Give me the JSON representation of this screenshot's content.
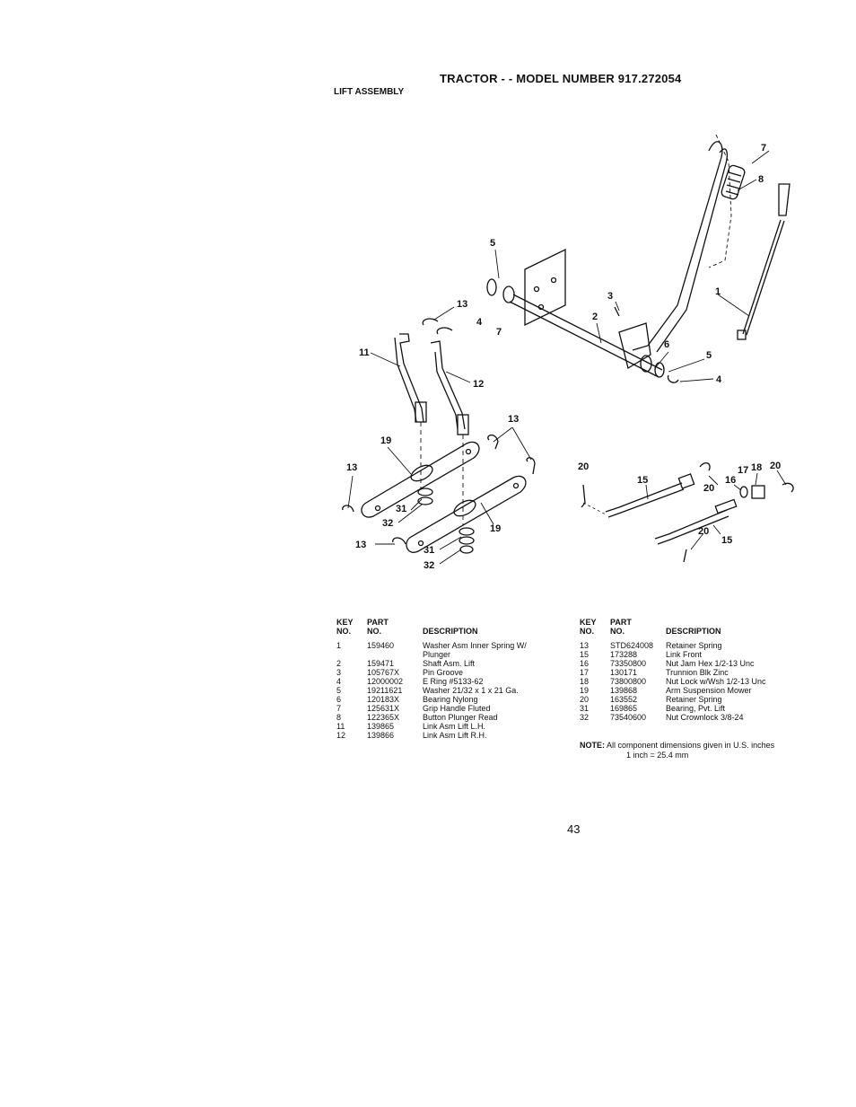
{
  "header": {
    "title": "TRACTOR - - MODEL NUMBER 917.272054",
    "subtitle": "LIFT ASSEMBLY"
  },
  "callouts": [
    "1",
    "2",
    "3",
    "4",
    "5",
    "6",
    "7",
    "8",
    "11",
    "12",
    "13",
    "15",
    "16",
    "17",
    "18",
    "19",
    "20",
    "31",
    "32"
  ],
  "table_headers": {
    "key_top": "KEY",
    "key_bottom": "NO.",
    "part_top": "PART",
    "part_bottom": "NO.",
    "description": "DESCRIPTION"
  },
  "parts_left": [
    {
      "key": "1",
      "part": "159460",
      "desc": "Washer Asm Inner Spring W/ Plunger"
    },
    {
      "key": "2",
      "part": "159471",
      "desc": "Shaft Asm. Lift"
    },
    {
      "key": "3",
      "part": "105767X",
      "desc": "Pin Groove"
    },
    {
      "key": "4",
      "part": "12000002",
      "desc": "E Ring #5133-62"
    },
    {
      "key": "5",
      "part": "19211621",
      "desc": "Washer 21/32 x 1 x 21 Ga."
    },
    {
      "key": "6",
      "part": "120183X",
      "desc": "Bearing Nylong"
    },
    {
      "key": "7",
      "part": "125631X",
      "desc": "Grip Handle Fluted"
    },
    {
      "key": "8",
      "part": "122365X",
      "desc": "Button Plunger Read"
    },
    {
      "key": "11",
      "part": "139865",
      "desc": "Link Asm Lift L.H."
    },
    {
      "key": "12",
      "part": "139866",
      "desc": "Link Asm Lift R.H."
    }
  ],
  "parts_right": [
    {
      "key": "13",
      "part": "STD624008",
      "desc": "Retainer Spring"
    },
    {
      "key": "15",
      "part": "173288",
      "desc": "Link Front"
    },
    {
      "key": "16",
      "part": "73350800",
      "desc": "Nut Jam Hex 1/2-13 Unc"
    },
    {
      "key": "17",
      "part": "130171",
      "desc": "Trunnion Blk Zinc"
    },
    {
      "key": "18",
      "part": "73800800",
      "desc": "Nut Lock w/Wsh 1/2-13 Unc"
    },
    {
      "key": "19",
      "part": "139868",
      "desc": "Arm Suspension Mower"
    },
    {
      "key": "20",
      "part": "163552",
      "desc": "Retainer Spring"
    },
    {
      "key": "31",
      "part": "169865",
      "desc": "Bearing, Pvt. Lift"
    },
    {
      "key": "32",
      "part": "73540600",
      "desc": "Nut Crownlock 3/8-24"
    }
  ],
  "note": {
    "label": "NOTE:",
    "line1": "All component dimensions given in U.S. inches",
    "line2": "1 inch = 25.4 mm"
  },
  "page_number": "43"
}
